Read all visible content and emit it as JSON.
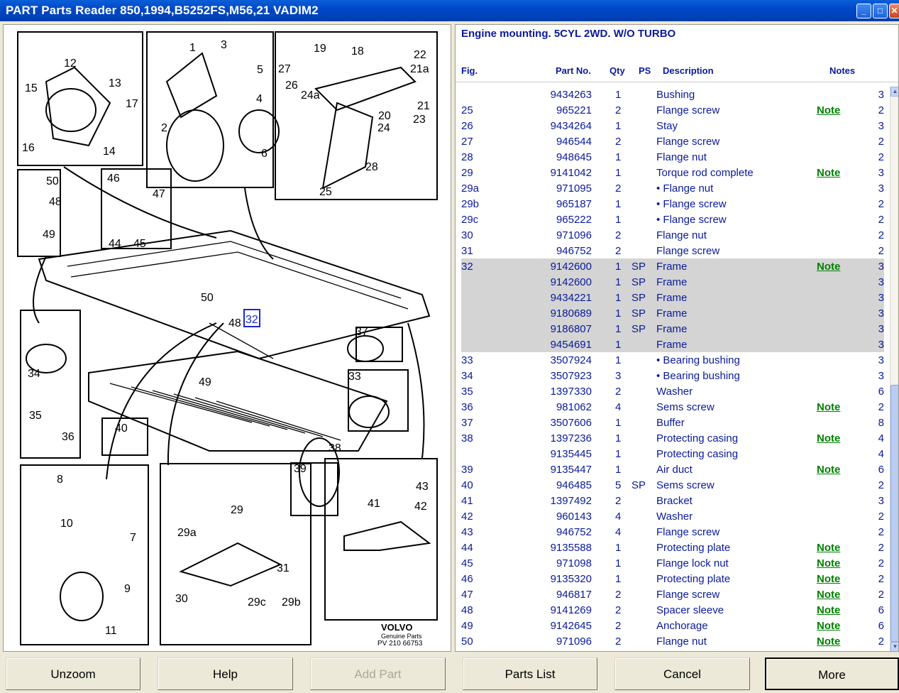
{
  "window": {
    "title": "PART Parts Reader 850,1994,B5252FS,M56,21 VADIM2",
    "minimize_glyph": "_",
    "maximize_glyph": "□",
    "close_glyph": "✕"
  },
  "diagram": {
    "callouts": [
      "1",
      "2",
      "3",
      "4",
      "5",
      "6",
      "12",
      "13",
      "14",
      "15",
      "16",
      "17",
      "18",
      "19",
      "20",
      "21",
      "21a",
      "22",
      "23",
      "24",
      "24a",
      "25",
      "26",
      "27",
      "28",
      "29",
      "29a",
      "29b",
      "29c",
      "30",
      "31",
      "32",
      "33",
      "34",
      "35",
      "36",
      "37",
      "38",
      "39",
      "40",
      "41",
      "42",
      "43",
      "44",
      "45",
      "46",
      "47",
      "48",
      "49",
      "50",
      "7",
      "8",
      "9",
      "10",
      "11"
    ],
    "brand": "VOLVO",
    "brand_sub": "Genuine Parts",
    "ref": "PV 210 66753",
    "selected_callout": "32"
  },
  "parts": {
    "section_title": "Engine mounting. 5CYL 2WD. W/O TURBO",
    "columns": {
      "fig": "Fig.",
      "part": "Part No.",
      "qty": "Qty",
      "ps": "PS",
      "desc": "Description",
      "notes": "Notes"
    },
    "rows": [
      {
        "fig": "",
        "part": "9434263",
        "qty": "1",
        "ps": "",
        "desc": "Bushing",
        "note": "",
        "n": "3",
        "hl": false
      },
      {
        "fig": "25",
        "part": "965221",
        "qty": "2",
        "ps": "",
        "desc": "Flange screw",
        "note": "Note",
        "n": "2",
        "hl": false
      },
      {
        "fig": "26",
        "part": "9434264",
        "qty": "1",
        "ps": "",
        "desc": "Stay",
        "note": "",
        "n": "3",
        "hl": false
      },
      {
        "fig": "27",
        "part": "946544",
        "qty": "2",
        "ps": "",
        "desc": "Flange screw",
        "note": "",
        "n": "2",
        "hl": false
      },
      {
        "fig": "28",
        "part": "948645",
        "qty": "1",
        "ps": "",
        "desc": "Flange nut",
        "note": "",
        "n": "2",
        "hl": false
      },
      {
        "fig": "29",
        "part": "9141042",
        "qty": "1",
        "ps": "",
        "desc": "Torque rod complete",
        "note": "Note",
        "n": "3",
        "hl": false
      },
      {
        "fig": "29a",
        "part": "971095",
        "qty": "2",
        "ps": "",
        "desc": "• Flange nut",
        "note": "",
        "n": "3",
        "hl": false
      },
      {
        "fig": "29b",
        "part": "965187",
        "qty": "1",
        "ps": "",
        "desc": "• Flange screw",
        "note": "",
        "n": "2",
        "hl": false
      },
      {
        "fig": "29c",
        "part": "965222",
        "qty": "1",
        "ps": "",
        "desc": "• Flange screw",
        "note": "",
        "n": "2",
        "hl": false
      },
      {
        "fig": "30",
        "part": "971096",
        "qty": "2",
        "ps": "",
        "desc": "Flange nut",
        "note": "",
        "n": "2",
        "hl": false
      },
      {
        "fig": "31",
        "part": "946752",
        "qty": "2",
        "ps": "",
        "desc": "Flange screw",
        "note": "",
        "n": "2",
        "hl": false
      },
      {
        "fig": "32",
        "part": "9142600",
        "qty": "1",
        "ps": "SP",
        "desc": "Frame",
        "note": "Note",
        "n": "3",
        "hl": true
      },
      {
        "fig": "",
        "part": "9142600",
        "qty": "1",
        "ps": "SP",
        "desc": "Frame",
        "note": "",
        "n": "3",
        "hl": true
      },
      {
        "fig": "",
        "part": "9434221",
        "qty": "1",
        "ps": "SP",
        "desc": "Frame",
        "note": "",
        "n": "3",
        "hl": true
      },
      {
        "fig": "",
        "part": "9180689",
        "qty": "1",
        "ps": "SP",
        "desc": "Frame",
        "note": "",
        "n": "3",
        "hl": true
      },
      {
        "fig": "",
        "part": "9186807",
        "qty": "1",
        "ps": "SP",
        "desc": "Frame",
        "note": "",
        "n": "3",
        "hl": true
      },
      {
        "fig": "",
        "part": "9454691",
        "qty": "1",
        "ps": "",
        "desc": "Frame",
        "note": "",
        "n": "3",
        "hl": true
      },
      {
        "fig": "33",
        "part": "3507924",
        "qty": "1",
        "ps": "",
        "desc": "• Bearing bushing",
        "note": "",
        "n": "3",
        "hl": false
      },
      {
        "fig": "34",
        "part": "3507923",
        "qty": "3",
        "ps": "",
        "desc": "• Bearing bushing",
        "note": "",
        "n": "3",
        "hl": false
      },
      {
        "fig": "35",
        "part": "1397330",
        "qty": "2",
        "ps": "",
        "desc": "Washer",
        "note": "",
        "n": "6",
        "hl": false
      },
      {
        "fig": "36",
        "part": "981062",
        "qty": "4",
        "ps": "",
        "desc": "Sems screw",
        "note": "Note",
        "n": "2",
        "hl": false
      },
      {
        "fig": "37",
        "part": "3507606",
        "qty": "1",
        "ps": "",
        "desc": "Buffer",
        "note": "",
        "n": "8",
        "hl": false
      },
      {
        "fig": "38",
        "part": "1397236",
        "qty": "1",
        "ps": "",
        "desc": "Protecting casing",
        "note": "Note",
        "n": "4",
        "hl": false
      },
      {
        "fig": "",
        "part": "9135445",
        "qty": "1",
        "ps": "",
        "desc": "Protecting casing",
        "note": "",
        "n": "4",
        "hl": false
      },
      {
        "fig": "39",
        "part": "9135447",
        "qty": "1",
        "ps": "",
        "desc": "Air duct",
        "note": "Note",
        "n": "6",
        "hl": false
      },
      {
        "fig": "40",
        "part": "946485",
        "qty": "5",
        "ps": "SP",
        "desc": "Sems screw",
        "note": "",
        "n": "2",
        "hl": false
      },
      {
        "fig": "41",
        "part": "1397492",
        "qty": "2",
        "ps": "",
        "desc": "Bracket",
        "note": "",
        "n": "3",
        "hl": false
      },
      {
        "fig": "42",
        "part": "960143",
        "qty": "4",
        "ps": "",
        "desc": "Washer",
        "note": "",
        "n": "2",
        "hl": false
      },
      {
        "fig": "43",
        "part": "946752",
        "qty": "4",
        "ps": "",
        "desc": "Flange screw",
        "note": "",
        "n": "2",
        "hl": false
      },
      {
        "fig": "44",
        "part": "9135588",
        "qty": "1",
        "ps": "",
        "desc": "Protecting plate",
        "note": "Note",
        "n": "2",
        "hl": false
      },
      {
        "fig": "45",
        "part": "971098",
        "qty": "1",
        "ps": "",
        "desc": "Flange lock nut",
        "note": "Note",
        "n": "2",
        "hl": false
      },
      {
        "fig": "46",
        "part": "9135320",
        "qty": "1",
        "ps": "",
        "desc": "Protecting plate",
        "note": "Note",
        "n": "2",
        "hl": false
      },
      {
        "fig": "47",
        "part": "946817",
        "qty": "2",
        "ps": "",
        "desc": "Flange screw",
        "note": "Note",
        "n": "2",
        "hl": false
      },
      {
        "fig": "48",
        "part": "9141269",
        "qty": "2",
        "ps": "",
        "desc": "Spacer sleeve",
        "note": "Note",
        "n": "6",
        "hl": false
      },
      {
        "fig": "49",
        "part": "9142645",
        "qty": "2",
        "ps": "",
        "desc": "Anchorage",
        "note": "Note",
        "n": "6",
        "hl": false
      },
      {
        "fig": "50",
        "part": "971096",
        "qty": "2",
        "ps": "",
        "desc": "Flange nut",
        "note": "Note",
        "n": "2",
        "hl": false
      }
    ]
  },
  "buttons": {
    "unzoom": "Unzoom",
    "help": "Help",
    "add_part": "Add Part",
    "parts_list": "Parts List",
    "cancel": "Cancel",
    "more": "More"
  },
  "colors": {
    "title_bar": "#0048c8",
    "table_text": "#0a1a9a",
    "note_link": "#008000",
    "highlight_row": "#d4d4d4",
    "callout_box": "#1a2acc"
  }
}
